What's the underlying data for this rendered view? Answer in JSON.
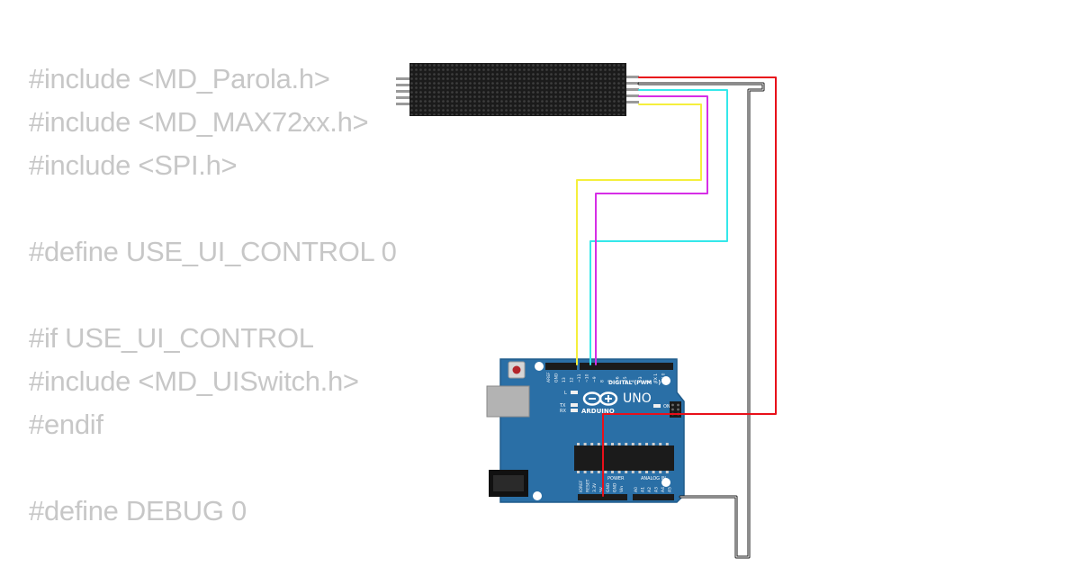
{
  "code": {
    "lines": [
      "#include <MD_Parola.h>",
      "#include <MD_MAX72xx.h>",
      "#include <SPI.h>",
      "",
      "#define USE_UI_CONTROL 0",
      "",
      "#if USE_UI_CONTROL",
      "#include <MD_UISwitch.h>",
      "#endif",
      "",
      "#define DEBUG 0"
    ]
  },
  "board": {
    "logo": "UNO",
    "brand": "ARDUINO",
    "digital_label": "DIGITAL (PWM ~)",
    "on_label": "ON",
    "power_label": "POWER",
    "analog_label": "ANALOG IN",
    "l_label": "L",
    "tx_label": "TX",
    "rx_label": "RX",
    "top_pins": [
      "AREF",
      "GND",
      "13",
      "12",
      "~11",
      "~10",
      "~9",
      "8",
      "7",
      "~6",
      "~5",
      "4",
      "~3",
      "2",
      "TX 1",
      "RX 0"
    ],
    "power_pins": [
      "IOREF",
      "RESET",
      "3.3V",
      "5V",
      "GND",
      "GND",
      "Vin"
    ],
    "analog_pins": [
      "A0",
      "A1",
      "A2",
      "A3",
      "A4",
      "A5"
    ]
  },
  "wires": [
    {
      "name": "red",
      "color": "#e8101a"
    },
    {
      "name": "black",
      "color": "#1a1a1a"
    },
    {
      "name": "cyan",
      "color": "#34e8ea"
    },
    {
      "name": "magenta",
      "color": "#d62ee6"
    },
    {
      "name": "yellow",
      "color": "#f5ef3c"
    }
  ],
  "colors": {
    "board": "#2a6fa6",
    "board_dark": "#1f5b8b",
    "matrix": "#1b1b1b",
    "code_text": "#c7c7c7"
  }
}
